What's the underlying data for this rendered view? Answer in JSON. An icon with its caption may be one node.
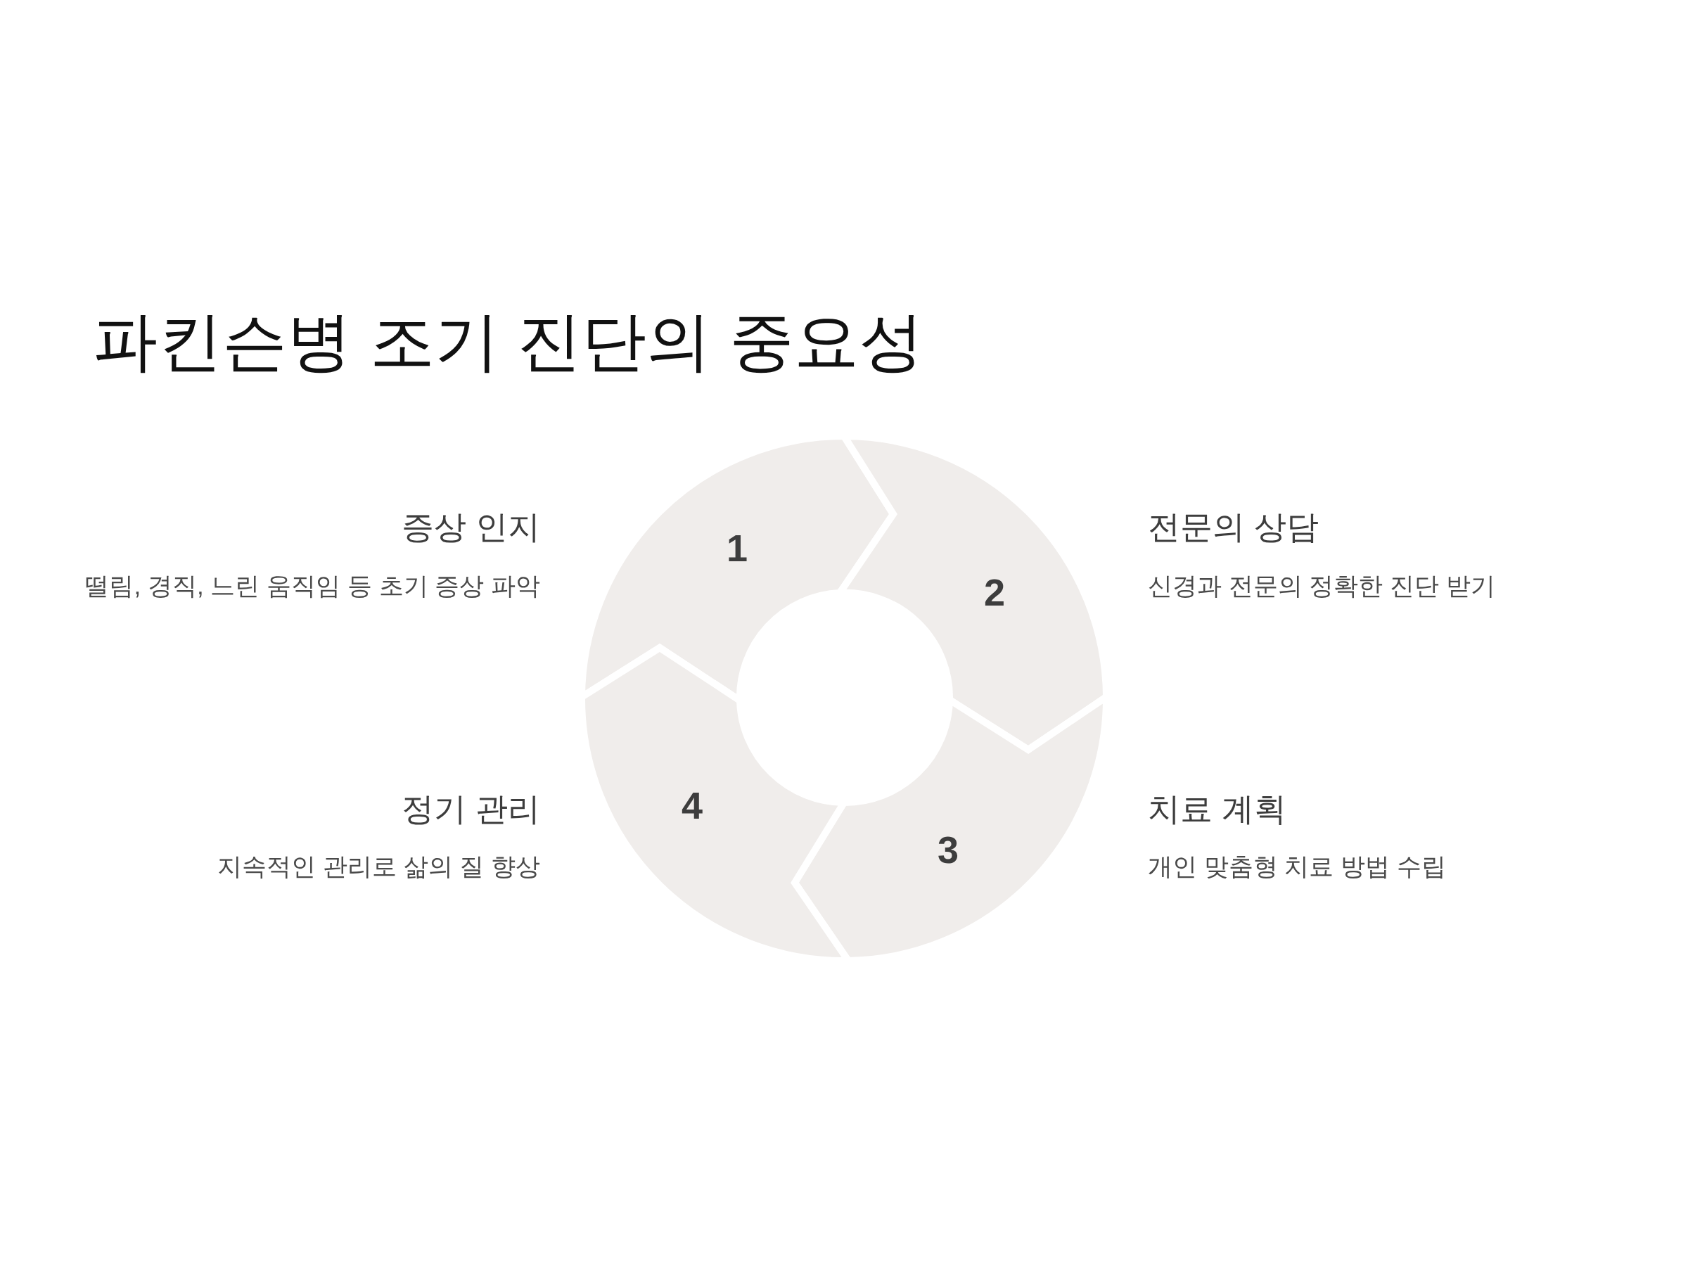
{
  "diagram": {
    "title": "파킨슨병 조기 진단의 중요성",
    "nodes": [
      {
        "text": [
          "1"
        ],
        "beside": [
          "증상 인지",
          "떨림, 경직, 느린 움직임 등 초기 증상 파악"
        ]
      },
      {
        "text": [
          "2"
        ],
        "beside": [
          "전문의 상담",
          "신경과 전문의 정확한 진단 받기"
        ]
      },
      {
        "text": [
          "3"
        ],
        "beside": [
          "치료 계획",
          "개인 맞춤형 치료 방법 수립"
        ]
      },
      {
        "text": [
          "4"
        ],
        "beside": [
          "정기 관리",
          "지속적인 관리로 삶의 질 향상"
        ]
      }
    ]
  }
}
